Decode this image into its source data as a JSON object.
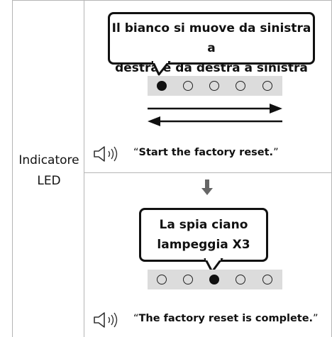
{
  "left_label": {
    "line1": "Indicatore",
    "line2": "LED"
  },
  "step1": {
    "bubble_line1": "Il bianco si muove da sinistra a",
    "bubble_line2": "destra e da destra a sinistra",
    "leds": [
      true,
      false,
      false,
      false,
      false
    ],
    "voice_text": "Start the factory reset."
  },
  "step2": {
    "bubble_line1": "La spia ciano",
    "bubble_line2": "lampeggia X3",
    "leds": [
      false,
      false,
      true,
      false,
      false
    ],
    "voice_text": "The factory reset is complete."
  },
  "quote_open": "“",
  "quote_close": "”",
  "icons": [
    "speaker-icon",
    "down-arrow-icon",
    "right-arrow-icon",
    "left-arrow-icon"
  ]
}
